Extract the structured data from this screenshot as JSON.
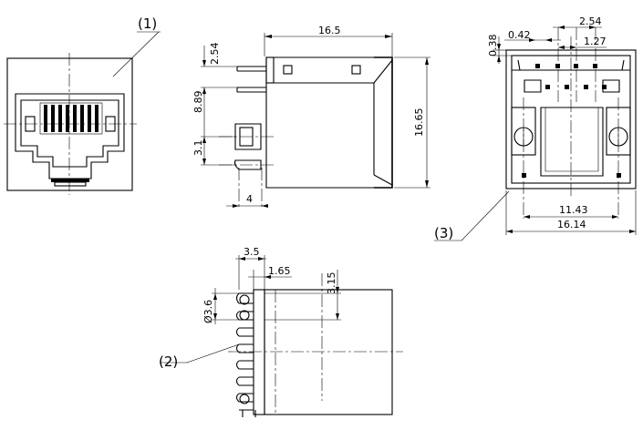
{
  "callouts": {
    "front": "(1)",
    "bottom": "(2)",
    "rear": "(3)"
  },
  "dimensions": {
    "side_width": "16.5",
    "side_pin_pitch": "2.54",
    "side_pin_offset": "8.89",
    "side_post_offset": "3.1",
    "side_pin_length": "4",
    "side_height": "16.65",
    "rear_pin_pitch": "2.54",
    "rear_pin_step": "1.27",
    "rear_pin_offset": "0.42",
    "rear_pin_row_offset": "0.38",
    "rear_post_spacing": "11.43",
    "rear_width": "16.14",
    "bottom_post_offset": "3.5",
    "bottom_pin_offset": "1.65",
    "bottom_post_spacing": "3.15",
    "bottom_hole_diameter": "Ø3.6"
  },
  "colors": {
    "ink": "#000000",
    "paper": "#ffffff"
  }
}
